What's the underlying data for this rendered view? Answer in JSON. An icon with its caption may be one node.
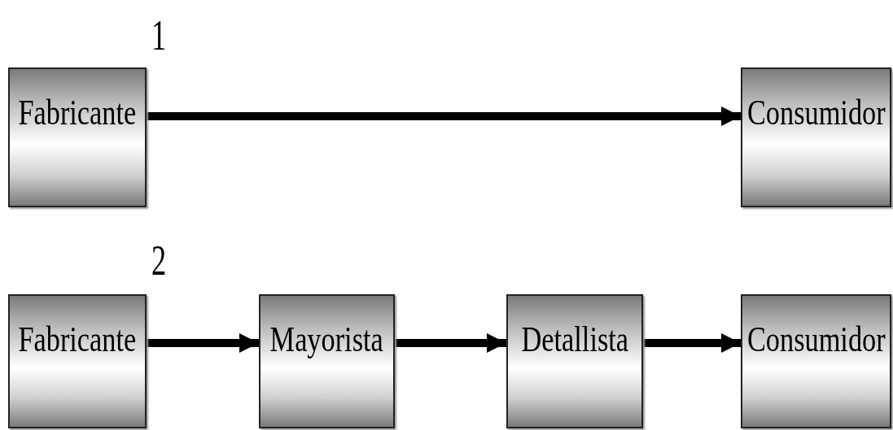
{
  "diagram": {
    "nodes": [
      {
        "text": [
          "Fabricante"
        ]
      },
      {
        "text": [
          "Consumidor"
        ]
      },
      {
        "text": [
          "Fabricante"
        ]
      },
      {
        "text": [
          "Mayorista"
        ]
      },
      {
        "text": [
          "Detallista"
        ]
      },
      {
        "text": [
          "Consumidor"
        ]
      }
    ],
    "edges": [
      {
        "from": 0,
        "to": 1,
        "arrow": "to"
      },
      {
        "from": 2,
        "to": 3,
        "arrow": "to"
      },
      {
        "from": 3,
        "to": 4,
        "arrow": "to"
      },
      {
        "from": 4,
        "to": 5,
        "arrow": "to"
      }
    ],
    "labels": [
      "1",
      "2"
    ]
  }
}
